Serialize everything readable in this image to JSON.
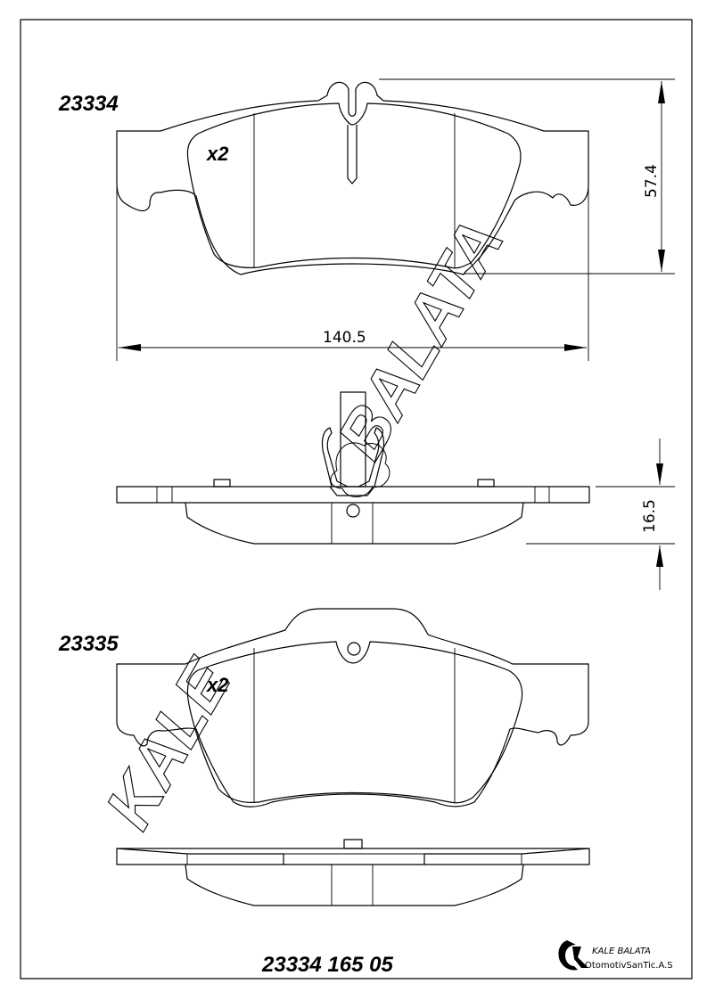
{
  "part_top": {
    "code": "23334",
    "quantity": "x2",
    "width_dim": "140.5",
    "height_dim": "57.4",
    "thickness_dim": "16.5"
  },
  "part_bottom": {
    "code": "23335",
    "quantity": "x2"
  },
  "watermark": {
    "text_upper": "BALATA",
    "text_lower": "KALE"
  },
  "footer": {
    "reference": "23334 165 05",
    "brand": "KALE BALATA",
    "company": "OtomotivSanTic.A.S"
  }
}
